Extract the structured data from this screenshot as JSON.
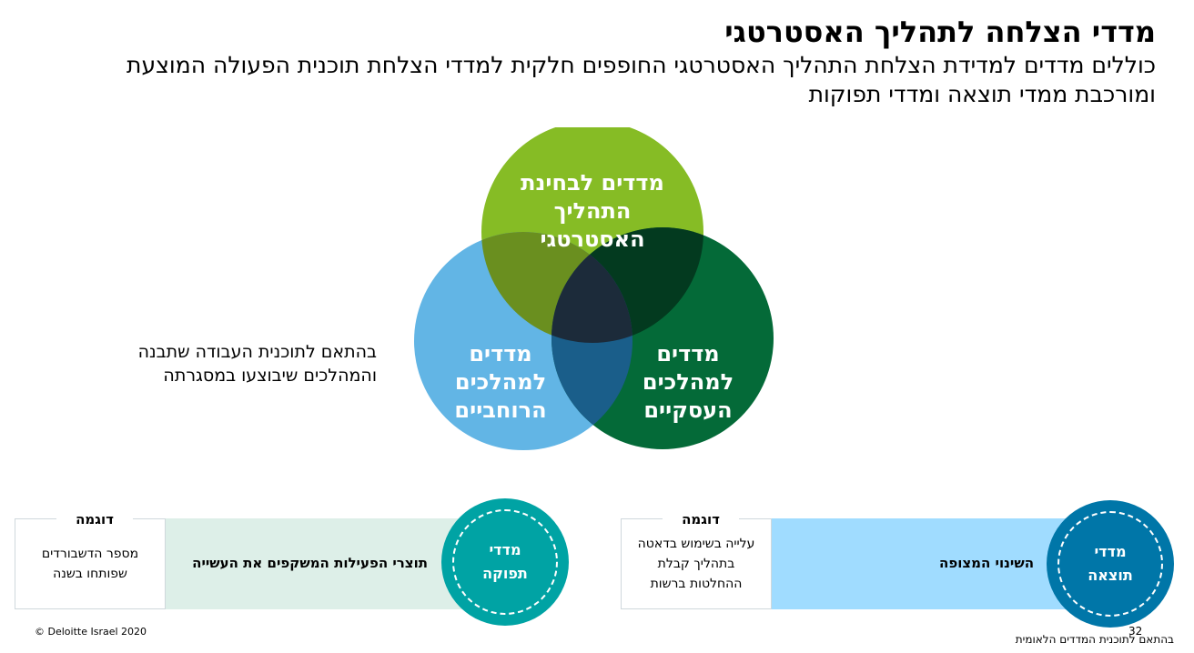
{
  "header": {
    "title": "מדדי הצלחה לתהליך האסטרטגי",
    "subtitle_line1": "כוללים מדדים למדידת הצלחת התהליך האסטרטגי החופפים חלקית למדדי הצלחת תוכנית הפעולה המוצעת",
    "subtitle_line2": "ומורכבת ממדי תוצאה ומדדי תפוקות"
  },
  "venn": {
    "top": {
      "label": "מדדים לבחינת\nהתהליך\nהאסטרטגי",
      "color": "#86bc25"
    },
    "left": {
      "label": "מדדים\nלמהלכים\nהרוחביים",
      "color": "#62b5e5"
    },
    "right": {
      "label": "מדדים\nלמהלכים\nהעסקיים",
      "color": "#046a38"
    },
    "overlap_colors": {
      "top_left": "#6a8f1f",
      "top_right": "#033a1f",
      "left_right": "#1a5e8a",
      "center": "#1c2b3a"
    },
    "side_note": "בהתאם לתוכנית העבודה שתבנה\nוהמהלכים שיבוצעו במסגרתה"
  },
  "output_metric": {
    "badge_label": "מדדי\nתפוקה",
    "badge_color": "#00a3a4",
    "bar_text": "תוצרי הפעילות המשקפים את העשייה",
    "bar_color": "#ddefe8",
    "example_heading": "דוגמה",
    "example_text": "מספר הדשבורדים\nשפותחו בשנה"
  },
  "result_metric": {
    "badge_label": "מדדי\nתוצאה",
    "badge_color": "#0076a8",
    "bar_text": "השינוי המצופה",
    "bar_color": "#a0dcff",
    "example_heading": "דוגמה",
    "example_text": "עלייה בשימוש בדאטה\nבתהליך קבלת\nההחלטות ברשות"
  },
  "footer": {
    "copyright": "© Deloitte Israel 2020",
    "page_number": "32",
    "source_note": "בהתאם לתוכנית המדדים הלאומית"
  }
}
